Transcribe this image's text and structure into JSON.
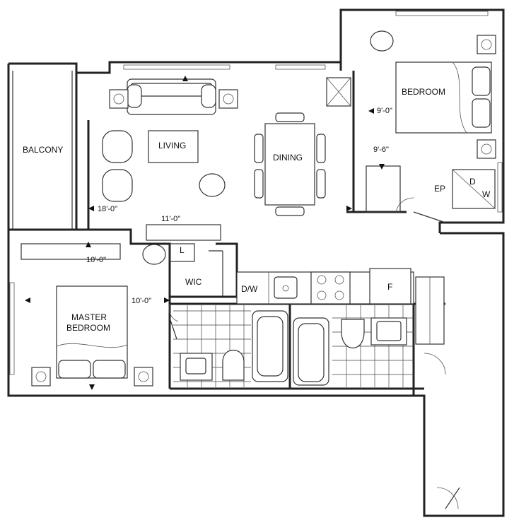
{
  "rooms": {
    "balcony": "BALCONY",
    "living": "LIVING",
    "dining": "DINING",
    "bedroom": "BEDROOM",
    "master_line1": "MASTER",
    "master_line2": "BEDROOM",
    "wic": "WIC",
    "linen": "L",
    "ep": "EP"
  },
  "appliances": {
    "dishwasher": "D/W",
    "fridge": "F",
    "dryer": "D",
    "washer": "W"
  },
  "dimensions": {
    "living_width": "18'-0\"",
    "living_depth": "11'-0\"",
    "bedroom_width": "9'-0\"",
    "bedroom_depth": "9'-6\"",
    "master_depth": "10'-0\"",
    "master_width": "10'-0\""
  }
}
